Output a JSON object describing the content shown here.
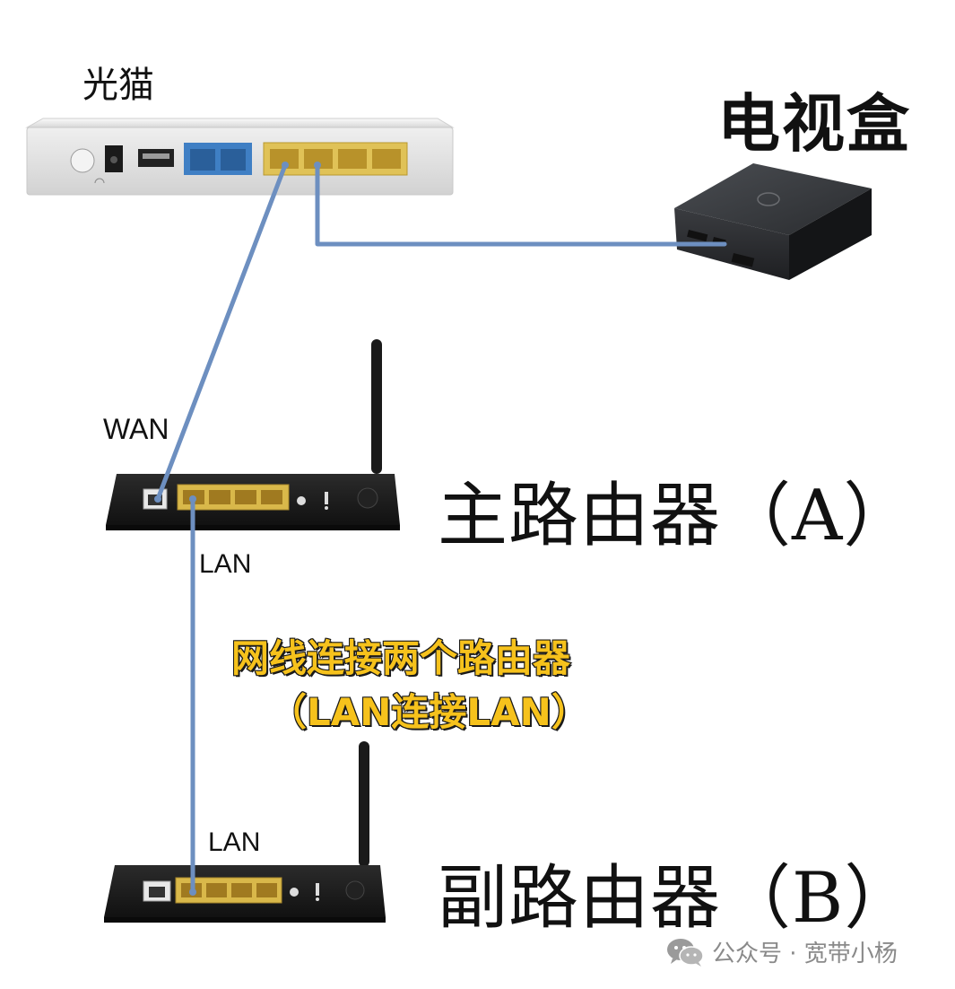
{
  "devices": {
    "onu_label": "光猫",
    "tv_box_label": "电视盒",
    "main_router_label": "主路由器（A）",
    "sub_router_label": "副路由器（B）"
  },
  "ports": {
    "wan_label": "WAN",
    "main_lan_label": "LAN",
    "sub_lan_label": "LAN"
  },
  "caption": {
    "line1": "网线连接两个路由器",
    "line2": "（LAN连接LAN）"
  },
  "watermark": {
    "text": "公众号 · 宽带小杨",
    "icon": "wechat-icon"
  },
  "colors": {
    "cable": "#6d8fc0",
    "lan_port": "#d9b84a",
    "phone_port": "#3f7fc4",
    "router_body": "#1c1c1c",
    "caption_fill": "#f6c21c"
  }
}
